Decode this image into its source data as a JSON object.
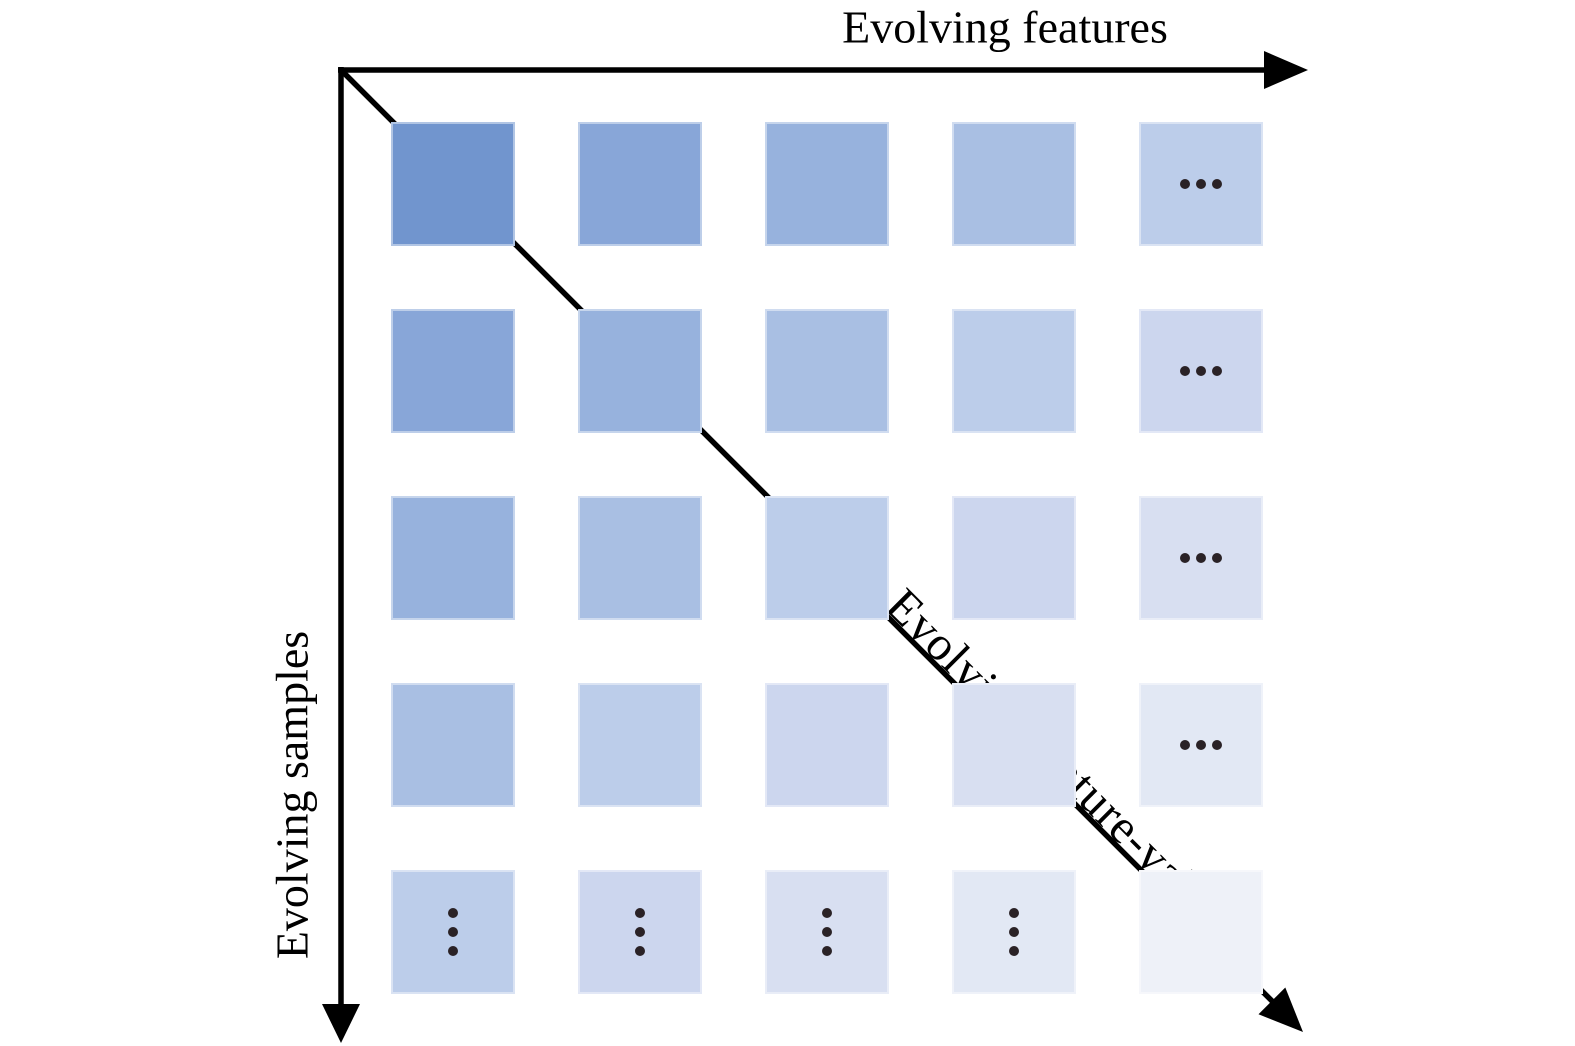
{
  "figure": {
    "x_axis_label": "Evolving features",
    "y_axis_label": "Evolving samples",
    "diagonal_label": "Evolving feature-values",
    "arrow_color": "#000000",
    "label_color": "#000000",
    "dot_color": "#2a2226",
    "background_color": "#ffffff"
  },
  "matrix": {
    "rows": 5,
    "cols": 5,
    "band_colors_by_row_plus_col": [
      "#7195ce",
      "#88a6d8",
      "#97b2dd",
      "#a9bfe3",
      "#bccdea",
      "#ccd6ee",
      "#d8dff1",
      "#e2e8f4",
      "#eef1f8"
    ],
    "cells": [
      [
        "plain",
        "plain",
        "plain",
        "plain",
        "h-ellipsis"
      ],
      [
        "plain",
        "plain",
        "plain",
        "plain",
        "h-ellipsis"
      ],
      [
        "plain",
        "plain",
        "plain",
        "plain",
        "h-ellipsis"
      ],
      [
        "plain",
        "plain",
        "plain",
        "plain",
        "h-ellipsis"
      ],
      [
        "v-ellipsis",
        "v-ellipsis",
        "v-ellipsis",
        "v-ellipsis",
        "plain"
      ]
    ]
  }
}
